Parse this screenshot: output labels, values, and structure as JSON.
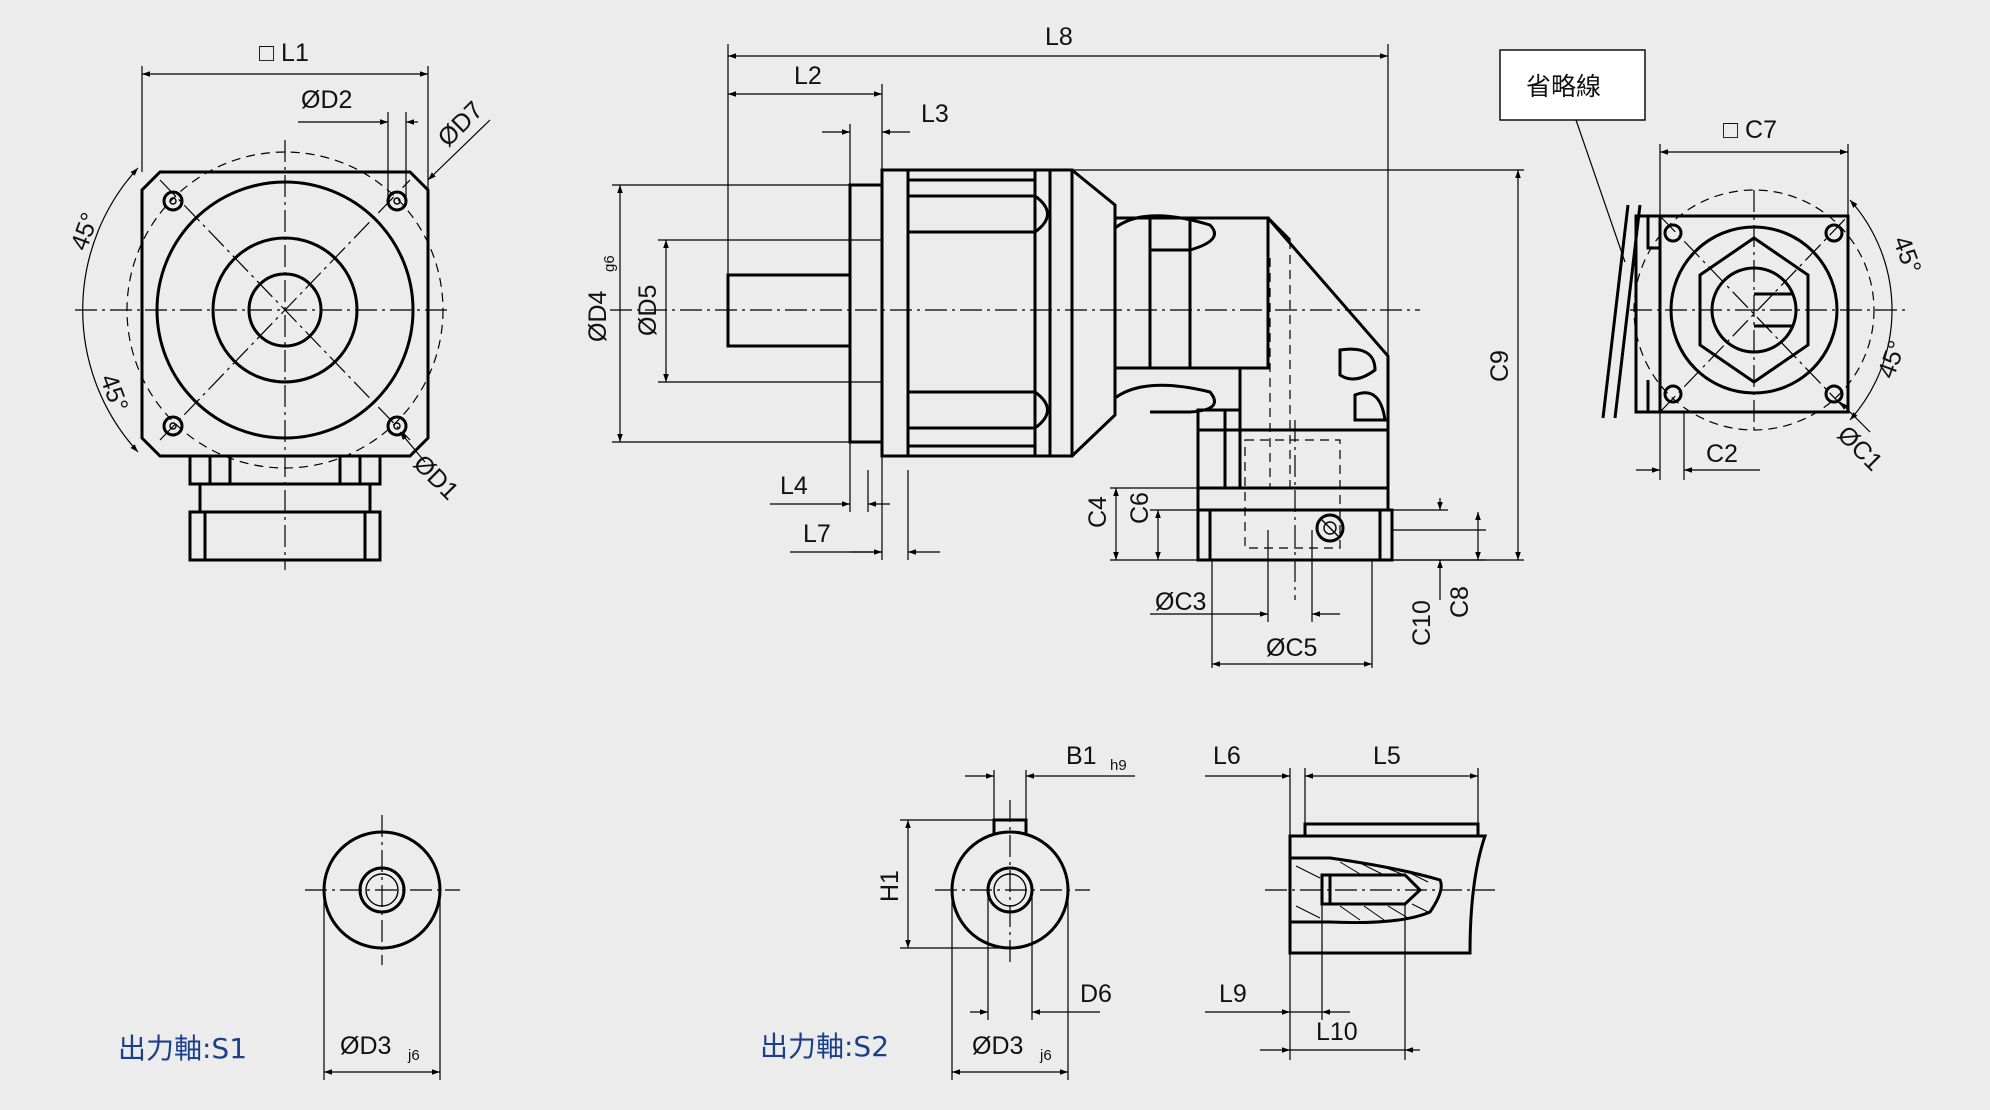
{
  "labels": {
    "L1": "□ L1",
    "D2": "ØD2",
    "D7": "ØD7",
    "D1": "ØD1",
    "ang_tl": "45°",
    "ang_bl": "45°",
    "ang_tr": "45°",
    "ang_br": "45°",
    "L8": "L8",
    "L2": "L2",
    "L3": "L3",
    "L4": "L4",
    "L7": "L7",
    "D4": "ØD4",
    "D4_tol": "g6",
    "D5": "ØD5",
    "C9": "C9",
    "C4": "C4",
    "C6": "C6",
    "C3": "ØC3",
    "C5": "ØC5",
    "C10": "C10",
    "C8": "C8",
    "C7": "□ C7",
    "C2": "C2",
    "C1": "ØC1",
    "omit": "省略線",
    "B1": "B1",
    "B1_tol": "h9",
    "H1": "H1",
    "D6": "D6",
    "D3_s1": "ØD3",
    "D3_s1_tol": "j6",
    "D3_s2": "ØD3",
    "D3_s2_tol": "j6",
    "L6": "L6",
    "L5": "L5",
    "L9": "L9",
    "L10": "L10"
  },
  "captions": {
    "s1": "出力軸:S1",
    "s2": "出力軸:S2"
  },
  "colors": {
    "line": "#000000",
    "background": "#ececec",
    "caption": "#1c3f8c"
  }
}
